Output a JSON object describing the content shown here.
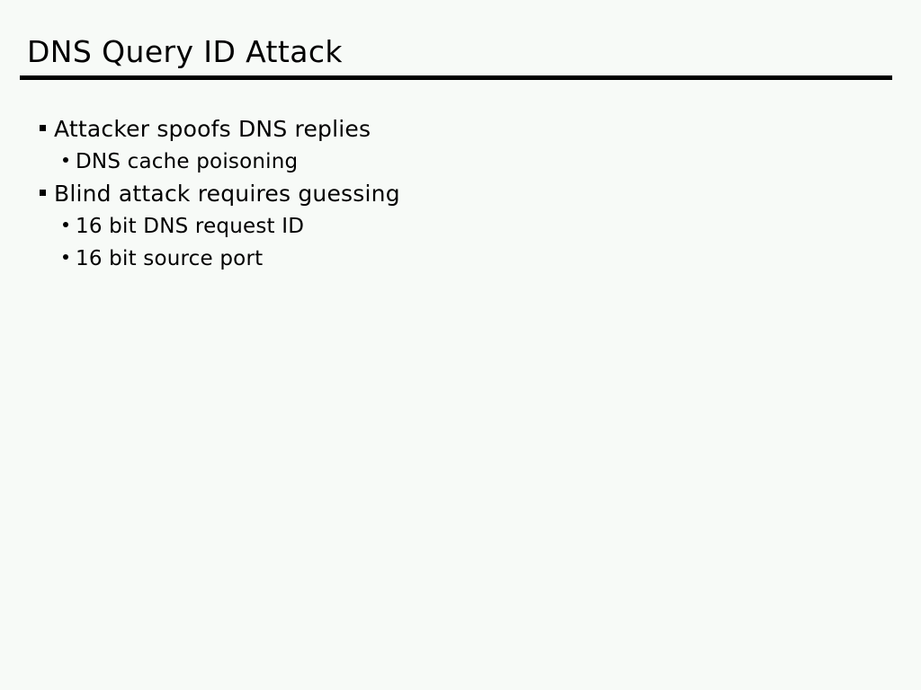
{
  "slide": {
    "title": "DNS Query ID Attack",
    "background_color": "#f7faf7",
    "text_color": "#000000",
    "rule_color": "#000000",
    "bullets": [
      {
        "level": 1,
        "marker": "square-bullet-icon",
        "text": "Attacker spoofs DNS replies"
      },
      {
        "level": 2,
        "marker": "dot-bullet-icon",
        "text": "DNS cache poisoning"
      },
      {
        "level": 1,
        "marker": "square-bullet-icon",
        "text": "Blind attack requires guessing"
      },
      {
        "level": 2,
        "marker": "dot-bullet-icon",
        "text": "16 bit DNS request ID"
      },
      {
        "level": 2,
        "marker": "dot-bullet-icon",
        "text": "16 bit source port"
      }
    ]
  }
}
